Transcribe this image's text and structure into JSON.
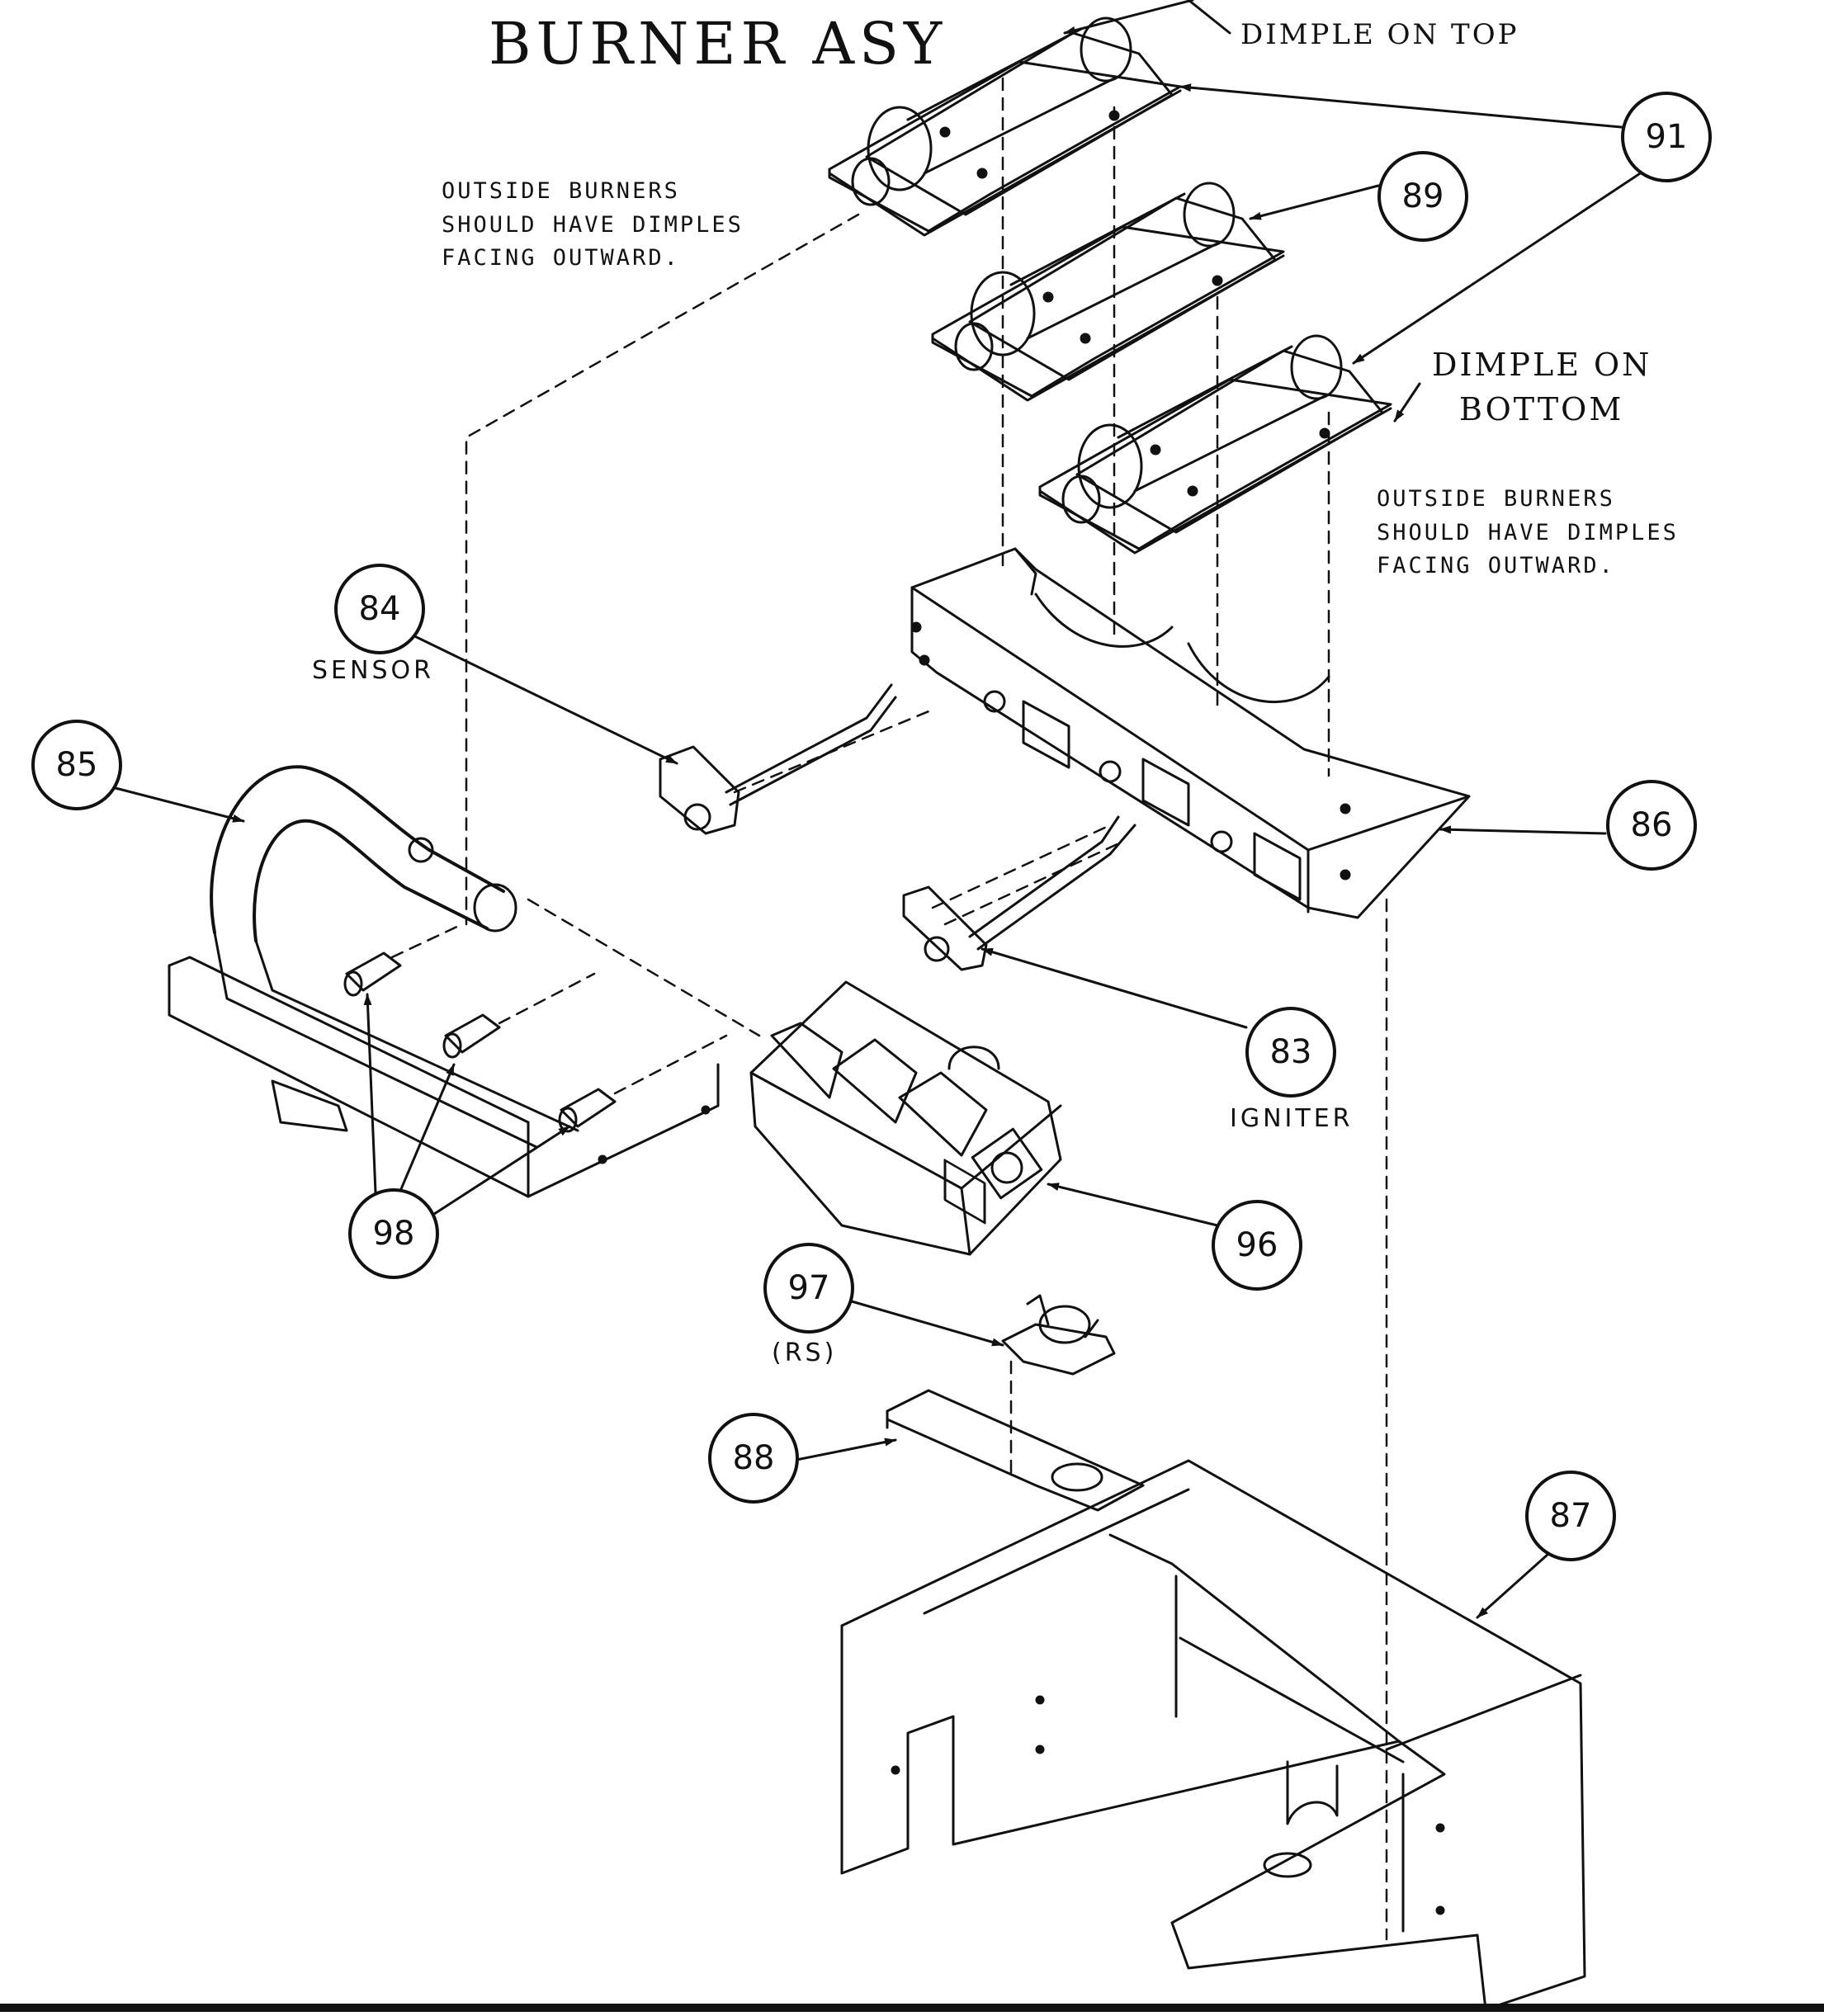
{
  "title": "BURNER ASY",
  "notes": {
    "dimple_top": "DIMPLE ON TOP",
    "dimple_bottom_line1": "DIMPLE ON",
    "dimple_bottom_line2": "BOTTOM",
    "outside_left": [
      "OUTSIDE BURNERS",
      "SHOULD HAVE DIMPLES",
      "FACING OUTWARD."
    ],
    "outside_right": [
      "OUTSIDE BURNERS",
      "SHOULD HAVE DIMPLES",
      "FACING OUTWARD."
    ],
    "sensor": "SENSOR",
    "igniter": "IGNITER",
    "rs": "(RS)"
  },
  "callouts": [
    "91",
    "89",
    "84",
    "85",
    "86",
    "83",
    "98",
    "96",
    "97",
    "88",
    "87"
  ],
  "colors": {
    "ink": "#111111",
    "paper": "#ffffff"
  }
}
